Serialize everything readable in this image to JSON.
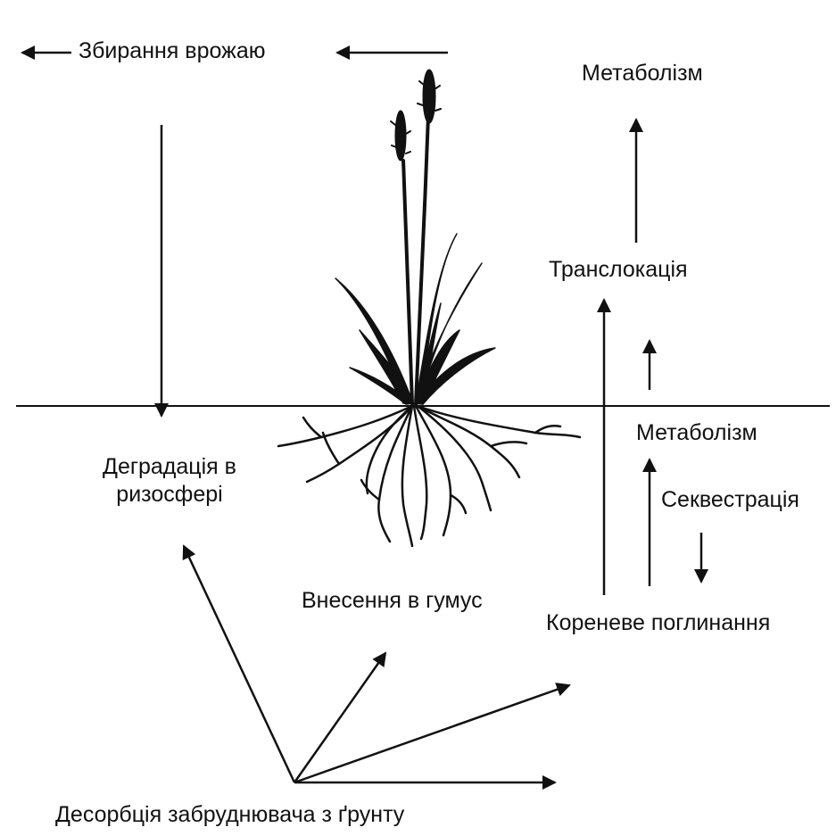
{
  "labels": {
    "harvest": "Збирання врожаю",
    "metabolism_top": "Метаболізм",
    "translocation": "Транслокація",
    "metabolism_root": "Метаболізм",
    "rhizo_line1": "Деградація в",
    "rhizo_line2": "ризосфері",
    "sequestration": "Секвестрація",
    "humus": "Внесення в гумус",
    "root_uptake": "Кореневе поглинання",
    "desorption": "Десорбція забруднювача з ґрунту"
  },
  "icons": {
    "plant": "grass-plant-icon"
  },
  "colors": {
    "ink": "#111111",
    "background": "#ffffff"
  }
}
